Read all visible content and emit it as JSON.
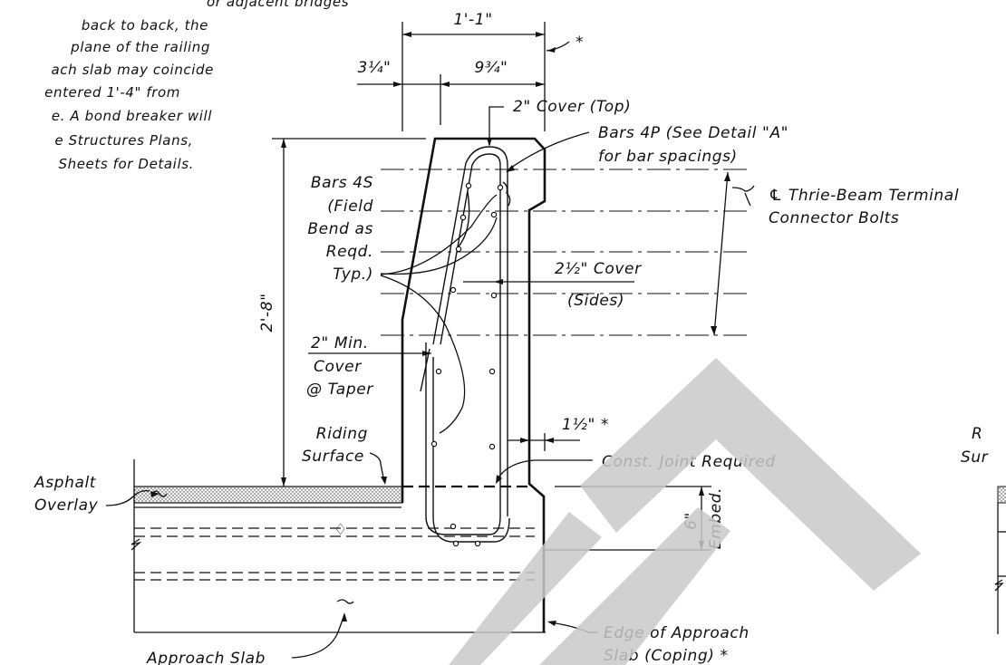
{
  "notes": {
    "top_left": [
      "or adjacent bridges",
      "back to back, the",
      "plane of the railing",
      "ach slab may coincide",
      "entered 1'-4\" from",
      "e. A bond breaker will",
      "e Structures Plans,",
      "Sheets for Details."
    ]
  },
  "dimensions": {
    "top_width": "1'-1\"",
    "left_offset": "3¼\"",
    "right_offset": "9¾\"",
    "height": "2'-8\"",
    "side_cover": "2½\" Cover",
    "side_cover_note": "(Sides)",
    "edge_offset": "1½\" *",
    "embed": "6\"",
    "embed_label": "Embed.",
    "asterisk": "*"
  },
  "labels": {
    "cover_top": "2\" Cover (Top)",
    "bars_4p": [
      "Bars 4P (See Detail \"A\"",
      "for bar spacings)"
    ],
    "thrie_beam": [
      "℄ Thrie-Beam Terminal",
      "Connector Bolts"
    ],
    "bars_4s": [
      "Bars 4S",
      "(Field",
      "Bend as",
      "Reqd.",
      "Typ.)"
    ],
    "min_cover": [
      "2\" Min.",
      "Cover",
      "@ Taper"
    ],
    "riding_surface": [
      "Riding",
      "Surface"
    ],
    "asphalt_overlay": [
      "Asphalt",
      "Overlay"
    ],
    "const_joint": "Const. Joint Required",
    "approach_slab": "Approach Slab",
    "edge_approach": [
      "Edge of Approach",
      "Slab (Coping) *"
    ],
    "right_partial": [
      "R",
      "Sur"
    ]
  }
}
